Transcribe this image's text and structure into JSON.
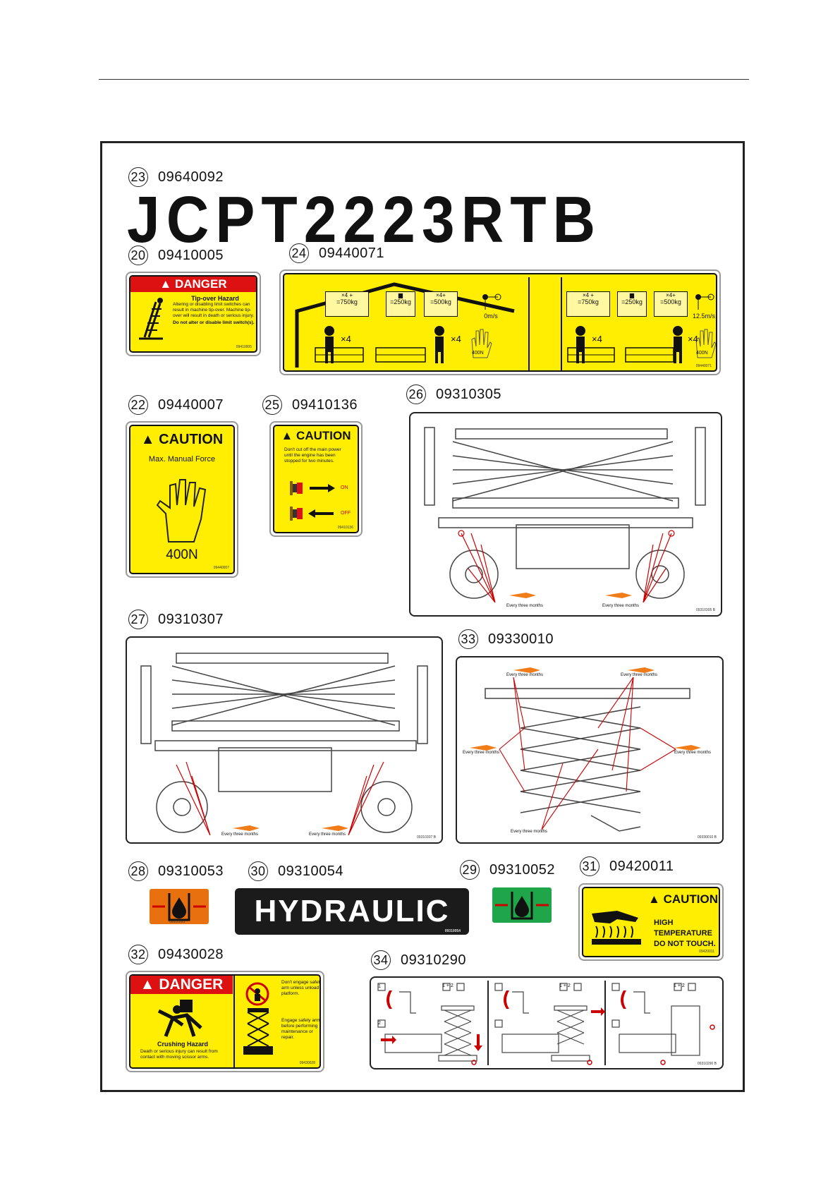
{
  "labels": {
    "l23": {
      "num": "23",
      "code": "09640092"
    },
    "l20": {
      "num": "20",
      "code": "09410005"
    },
    "l24": {
      "num": "24",
      "code": "09440071"
    },
    "l22": {
      "num": "22",
      "code": "09440007"
    },
    "l25": {
      "num": "25",
      "code": "09410136"
    },
    "l26": {
      "num": "26",
      "code": "09310305"
    },
    "l27": {
      "num": "27",
      "code": "09310307"
    },
    "l33": {
      "num": "33",
      "code": "09330010"
    },
    "l28": {
      "num": "28",
      "code": "09310053"
    },
    "l30": {
      "num": "30",
      "code": "09310054"
    },
    "l29": {
      "num": "29",
      "code": "09310052"
    },
    "l31": {
      "num": "31",
      "code": "09420011"
    },
    "l32": {
      "num": "32",
      "code": "09430028"
    },
    "l34": {
      "num": "34",
      "code": "09310290"
    }
  },
  "model_name": "JCPT2223RTB",
  "decal_20": {
    "header": "DANGER",
    "title": "Tip-over Hazard",
    "body": "Altering or disabling limit switches can result in machine tip-over. Machine tip-over will result in death or serious injury.",
    "warning": "Do not alter or disable limit switch(s).",
    "code": "09410005"
  },
  "decal_24": {
    "left": {
      "load_total": "=750kg",
      "load_a": "=250kg",
      "load_b": "=500kg",
      "mult_a": "×4 +",
      "mult_b": "×4+",
      "people": "×4",
      "wind": "0m/s",
      "force": "400N"
    },
    "right": {
      "load_total": "=750kg",
      "load_a": "=250kg",
      "load_b": "=500kg",
      "mult_a": "×4 +",
      "mult_b": "×4+",
      "people": "×4",
      "wind": "12.5m/s",
      "force": "400N"
    },
    "code": "09440071"
  },
  "decal_22": {
    "header": "CAUTION",
    "title": "Max. Manual Force",
    "value": "400N",
    "code": "09440007"
  },
  "decal_25": {
    "header": "CAUTION",
    "body": "Don't cut off the main power until the engine has been stopped for two minutes.",
    "on": "ON",
    "off": "OFF",
    "code": "09410136"
  },
  "diagram_26": {
    "note_a": "Every three months",
    "note_b": "Every three months",
    "code": "09310305 B"
  },
  "diagram_27": {
    "note_a": "Every three months",
    "note_b": "Every three months",
    "code": "09310307 B"
  },
  "diagram_33": {
    "note_tl": "Every three months",
    "note_tr": "Every three months",
    "note_ml": "Every three months",
    "note_mr": "Every three months",
    "note_bl": "Every three months",
    "code": "09330010 B"
  },
  "decal_28": {
    "code": "09310053"
  },
  "decal_30": {
    "text": "HYDRAULIC",
    "code": "09310054"
  },
  "decal_31": {
    "header": "CAUTION",
    "line1": "HIGH",
    "line2": "TEMPERATURE",
    "line3": "DO NOT TOUCH.",
    "code": "09420011"
  },
  "decal_32": {
    "header": "DANGER",
    "title": "Crushing Hazard",
    "body": "Death or serious injury can result from contact with moving scissor arms.",
    "right_a": "Don't engage safety arm unless unload platform.",
    "right_b": "Engage safety arm before performing maintenance or repair.",
    "code": "09430028"
  },
  "decal_34": {
    "step1": "1",
    "step2": "2",
    "combo": "1 + 2",
    "code": "09310290 B"
  },
  "colors": {
    "yellow": "#ffee00",
    "danger_red": "#d11111",
    "orange": "#f07c1a",
    "green": "#1fa64a",
    "black": "#1b1b1b"
  }
}
